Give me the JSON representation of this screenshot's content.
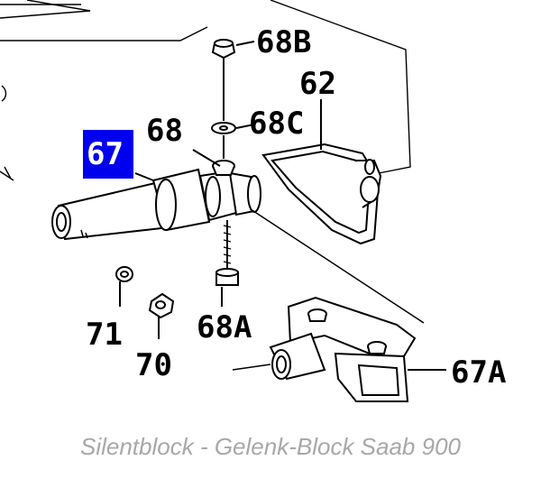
{
  "diagram": {
    "callouts": [
      {
        "id": "68B",
        "label": "68B"
      },
      {
        "id": "62",
        "label": "62"
      },
      {
        "id": "68",
        "label": "68"
      },
      {
        "id": "68C",
        "label": "68C"
      },
      {
        "id": "71",
        "label": "71"
      },
      {
        "id": "68A",
        "label": "68A"
      },
      {
        "id": "70",
        "label": "70"
      },
      {
        "id": "67A",
        "label": "67A"
      }
    ],
    "highlighted_part": {
      "label": "67",
      "background": "#0000ee",
      "text_color": "#ffffff"
    },
    "line_color": "#000000"
  },
  "caption": {
    "text": "Silentblock - Gelenk-Block Saab 900",
    "color": "#a8a8a8"
  }
}
